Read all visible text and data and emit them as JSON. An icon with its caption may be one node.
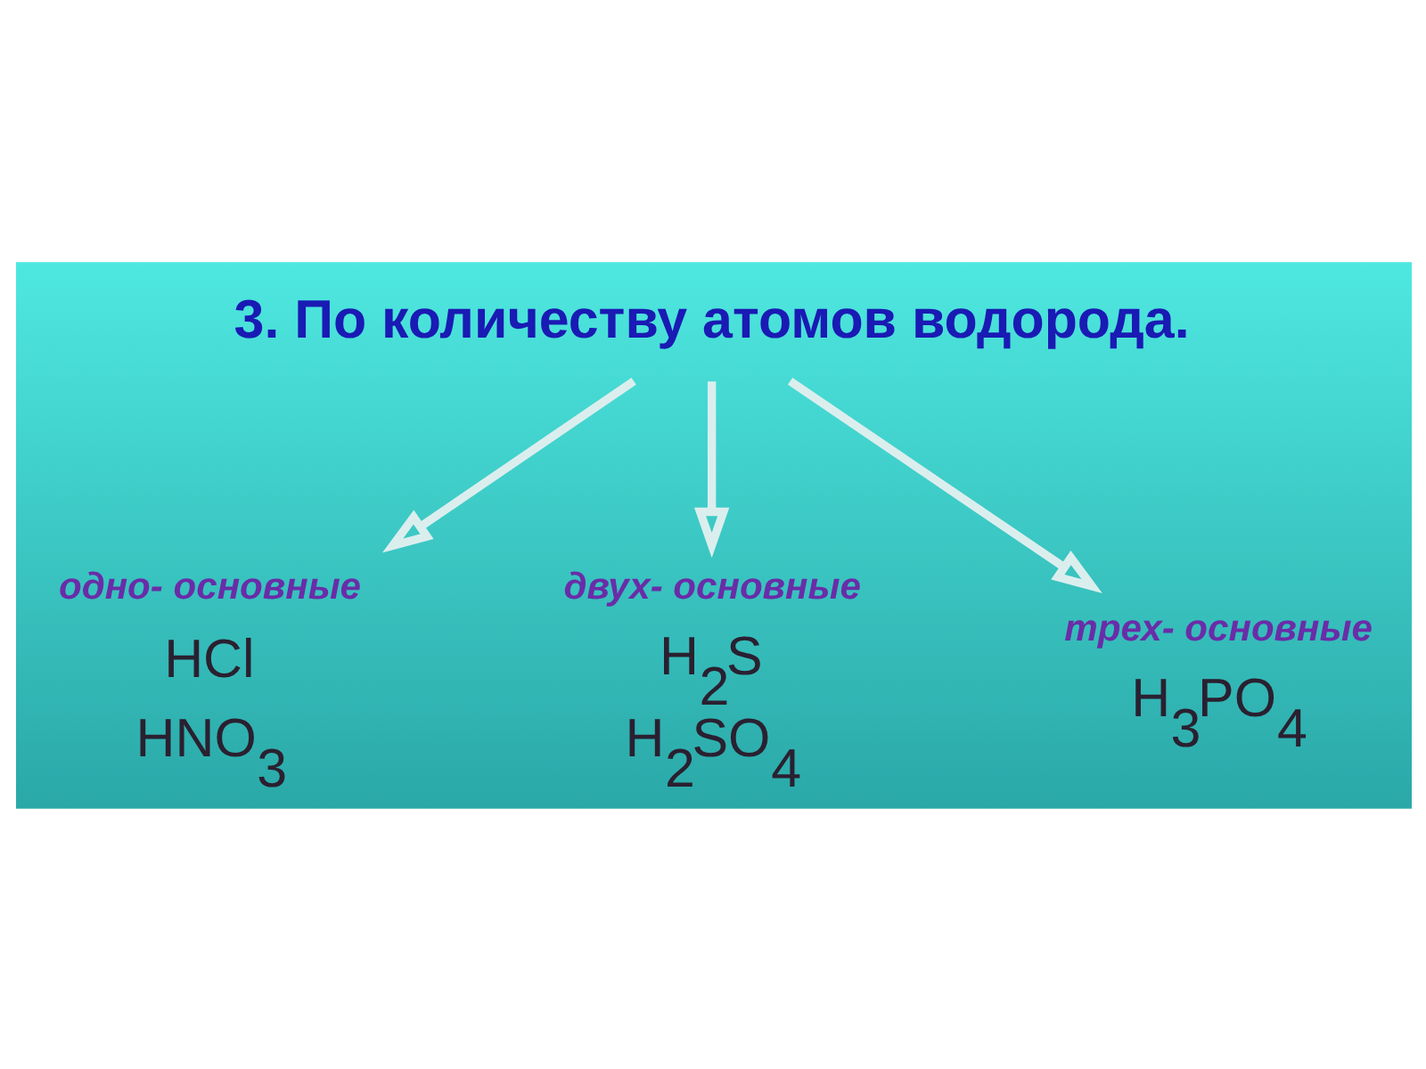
{
  "diagram": {
    "nodes": [
      {
        "text": [
          "3. По количеству атомов водорода."
        ]
      },
      {
        "text": [
          "одно- основные",
          "HCl",
          "HNO$_{3}$"
        ]
      },
      {
        "text": [
          "двух- основные",
          "H$_{2}$S",
          "H$_{2}$SO$_{4}$"
        ]
      },
      {
        "text": [
          "трех- основные",
          "H$_{3}$PO$_{4}$"
        ]
      }
    ],
    "edges": [
      {
        "from": 0,
        "to": 1,
        "arrow": "to"
      },
      {
        "from": 0,
        "to": 2,
        "arrow": "to"
      },
      {
        "from": 0,
        "to": 3,
        "arrow": "to"
      }
    ]
  }
}
